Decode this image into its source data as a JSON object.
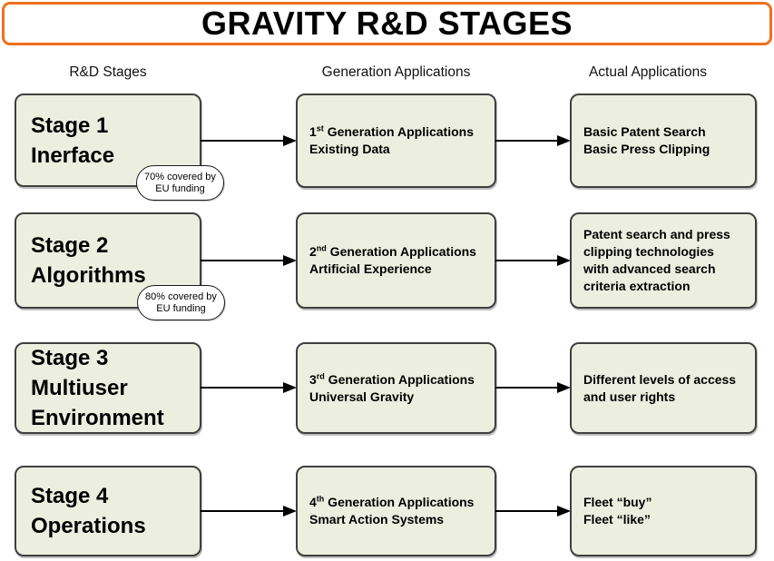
{
  "title": "GRAVITY R&D STAGES",
  "colors": {
    "accent_orange": "#F26F1F",
    "box_fill": "#ECEFE0",
    "box_border": "#3F3F3F",
    "text": "#000000"
  },
  "column_headers": {
    "stages": "R&D Stages",
    "generation": "Generation Applications",
    "actual": "Actual Applications"
  },
  "rows": [
    {
      "stage": "Stage 1\nInerface",
      "funding_note": "70% covered by\nEU funding",
      "generation": {
        "number": "1",
        "ordinal_suffix": "st",
        "rest": " Generation Applications",
        "line2": "Existing Data"
      },
      "actual": "Basic Patent Search\nBasic Press Clipping"
    },
    {
      "stage": "Stage 2\nAlgorithms",
      "funding_note": "80% covered by\nEU funding",
      "generation": {
        "number": "2",
        "ordinal_suffix": "nd",
        "rest": " Generation Applications",
        "line2": "Artificial Experience"
      },
      "actual": "Patent search and press\nclipping technologies\nwith advanced search\ncriteria extraction"
    },
    {
      "stage": "Stage 3\nMultiuser\nEnvironment",
      "generation": {
        "number": "3",
        "ordinal_suffix": "rd",
        "rest": " Generation Applications",
        "line2": "Universal Gravity"
      },
      "actual": "Different levels of access\nand user rights"
    },
    {
      "stage": "Stage 4\nOperations",
      "generation": {
        "number": "4",
        "ordinal_suffix": "th",
        "rest": " Generation Applications",
        "line2": "Smart Action Systems"
      },
      "actual": "Fleet “buy”\nFleet “like”"
    }
  ]
}
